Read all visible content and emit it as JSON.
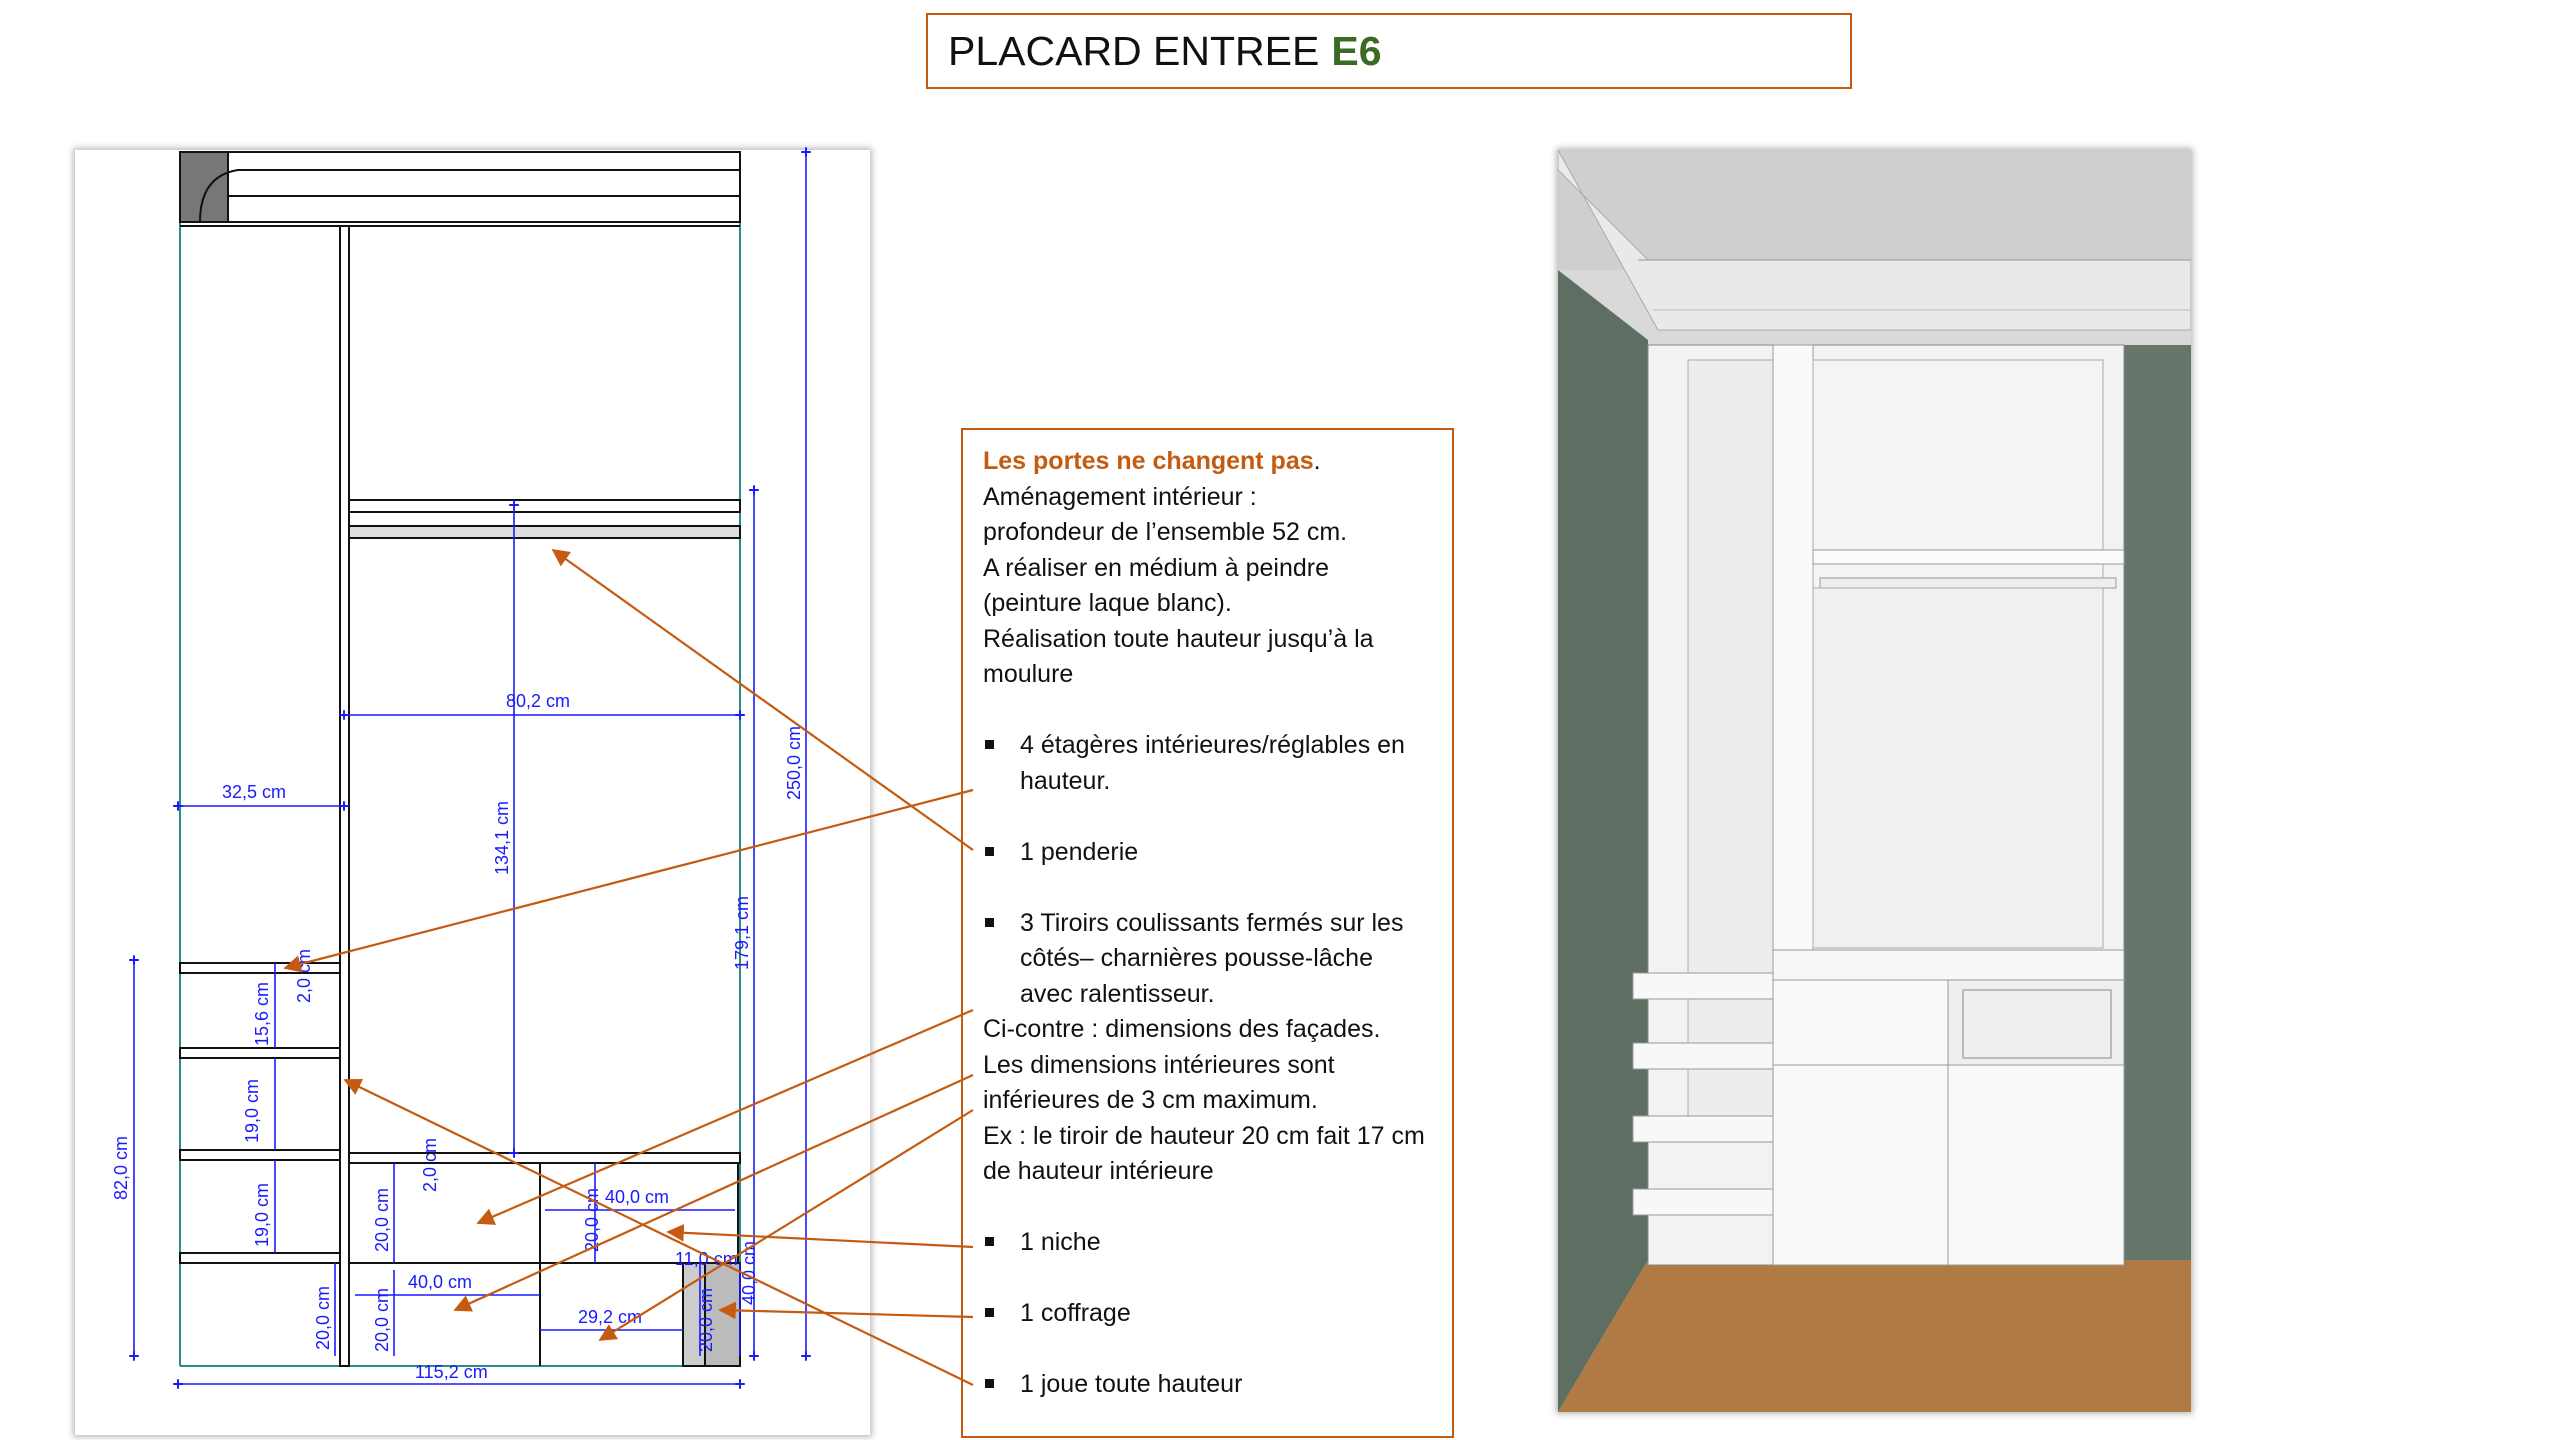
{
  "title": {
    "main": "PLACARD ENTREE",
    "code": "E6"
  },
  "plan": {
    "dims": {
      "width_total": "115,2 cm",
      "width_right": "80,2 cm",
      "width_left": "32,5 cm",
      "height_total": "250,0 cm",
      "height_right_lower": "179,1 cm",
      "height_hanging": "134,1 cm",
      "height_left_shelves": "82,0 cm",
      "shelf_thickness": "2,0 cm",
      "shelf_gap_1": "15,6 cm",
      "shelf_gap_2": "19,0 cm",
      "shelf_gap_3": "19,0 cm",
      "left_bottom": "20,0 cm",
      "drawer_upper_h": "20,0 cm",
      "drawer_lower_h": "20,0 cm",
      "mid_shelf": "2,0 cm",
      "drawer_w": "40,0 cm",
      "niche_h": "20,0 cm",
      "niche_w": "40,0 cm",
      "coffrage_w": "29,2 cm",
      "coffrage_h": "20,0 cm",
      "joue_w": "11,0 cm",
      "side_h": "40,0 cm"
    }
  },
  "notes": {
    "headline": "Les portes ne changent pas",
    "headline_punct": ".",
    "intro": [
      "Aménagement intérieur :",
      "profondeur de l’ensemble 52 cm.",
      "A réaliser en médium à peindre",
      "(peinture laque blanc).",
      "Réalisation toute hauteur jusqu’à la moulure"
    ],
    "items_top": [
      " 4 étagères intérieures/réglables en hauteur.",
      "1 penderie",
      "3 Tiroirs coulissants fermés sur les côtés– charnières pousse-lâche avec ralentisseur."
    ],
    "middle": [
      "Ci-contre : dimensions des façades.",
      "Les dimensions intérieures sont inférieures de 3 cm maximum.",
      "Ex : le tiroir de hauteur 20 cm fait 17 cm de hauteur intérieure"
    ],
    "items_bottom": [
      "1 niche",
      "1 coffrage",
      "1 joue toute hauteur"
    ]
  },
  "colors": {
    "accent": "#c55a11",
    "code_green": "#3b6a24",
    "dimension_blue": "#1a1aff",
    "wall_green": "#5e6e62",
    "floor_wood": "#b07a45"
  }
}
